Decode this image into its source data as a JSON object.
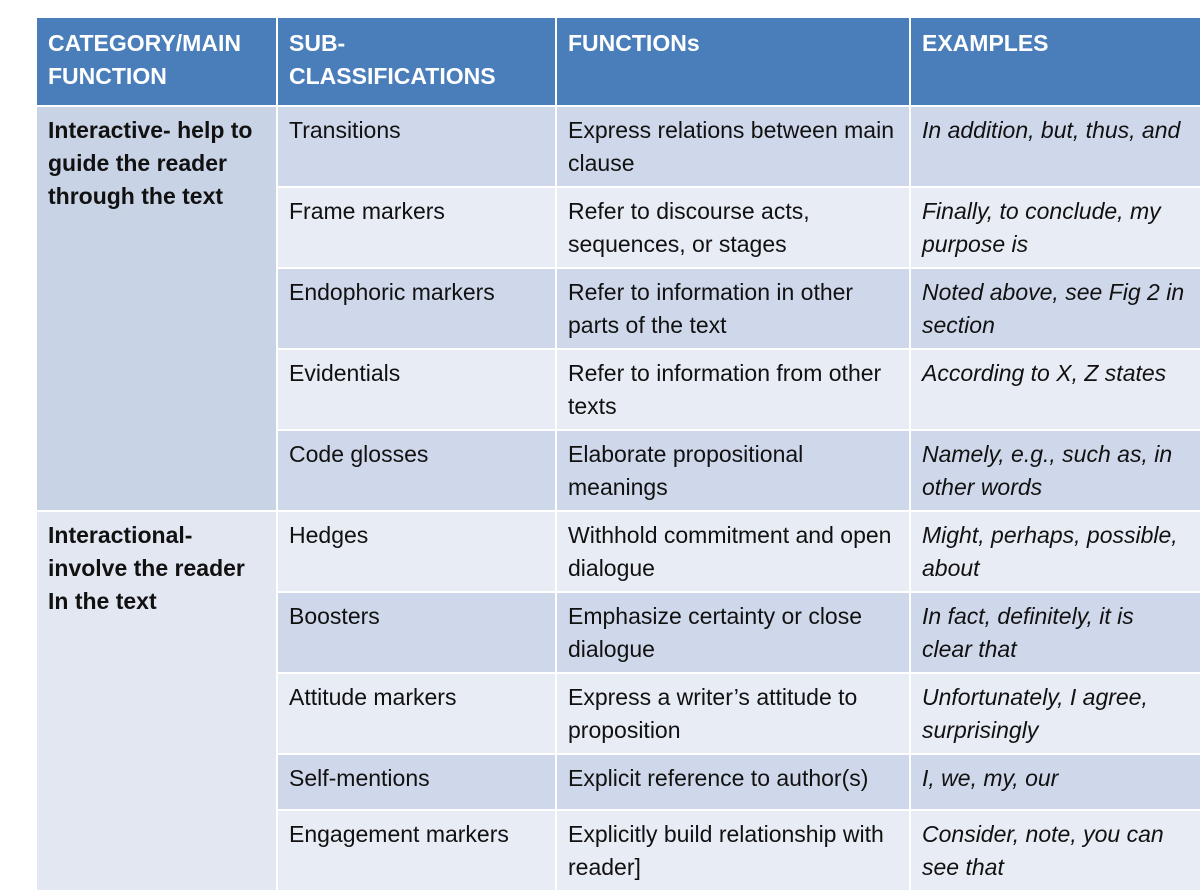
{
  "headers": [
    "CATEGORY/MAIN FUNCTION",
    "SUB-CLASSIFICATIONS",
    "FUNCTIONs",
    "EXAMPLES"
  ],
  "groups": [
    {
      "category": "Interactive- help to guide the reader through the text",
      "rows": [
        {
          "sub": "Transitions",
          "function": "Express relations between main clause",
          "examples": "In addition, but, thus, and"
        },
        {
          "sub": "Frame markers",
          "function": "Refer to discourse acts, sequences, or stages",
          "examples": "Finally, to conclude, my purpose is"
        },
        {
          "sub": "Endophoric markers",
          "function": " Refer to information in other parts of the text",
          "examples": "Noted above, see Fig 2 in section"
        },
        {
          "sub": "Evidentials",
          "function": "Refer to information from other texts",
          "examples": "According to X, Z states"
        },
        {
          "sub": "Code glosses",
          "function": "Elaborate propositional meanings",
          "examples": "Namely, e.g., such as, in other words"
        }
      ]
    },
    {
      "category": "Interactional- involve the reader In the text",
      "rows": [
        {
          "sub": "Hedges",
          "function": "Withhold commitment and open dialogue",
          "examples": "Might, perhaps, possible, about"
        },
        {
          "sub": "Boosters",
          "function": "Emphasize certainty or close dialogue",
          "examples": "In fact, definitely, it is clear that"
        },
        {
          "sub": "Attitude markers",
          "function": "Express a writer’s attitude to proposition",
          "examples": "Unfortunately, I agree, surprisingly"
        },
        {
          "sub": "Self-mentions",
          "function": "Explicit reference to author(s)",
          "examples": "I, we, my, our"
        },
        {
          "sub": "Engagement markers",
          "function": "Explicitly build relationship with reader]",
          "examples": "Consider, note, you can see that"
        }
      ]
    }
  ]
}
